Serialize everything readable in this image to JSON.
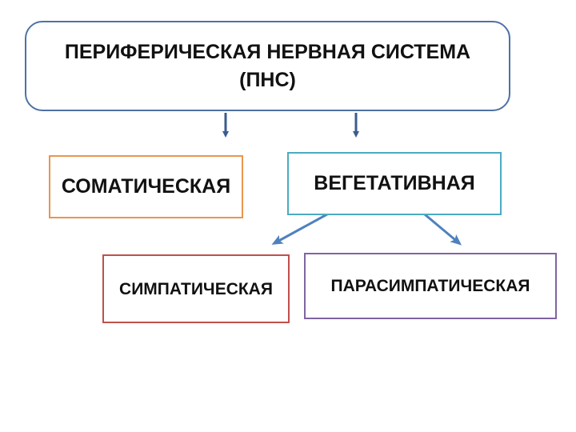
{
  "diagram": {
    "root": {
      "label": "ПЕРИФЕРИЧЕСКАЯ НЕРВНАЯ СИСТЕМА (ПНС)"
    },
    "somatic": {
      "label": "СОМАТИЧЕСКАЯ"
    },
    "vegetative": {
      "label": "ВЕГЕТАТИВНАЯ"
    },
    "sympathetic": {
      "label": "СИМПАТИЧЕСКАЯ"
    },
    "parasympathetic": {
      "label": "ПАРАСИМПАТИЧЕСКАЯ"
    }
  },
  "colors": {
    "root_border": "#4e72a4",
    "somatic_border": "#e8964e",
    "vegetative_border": "#4bacc0",
    "sympathetic_border": "#c0504d",
    "parasympathetic_border": "#8064a2",
    "arrow_dark": "#3a5c8f",
    "arrow_light": "#4f81bd"
  }
}
